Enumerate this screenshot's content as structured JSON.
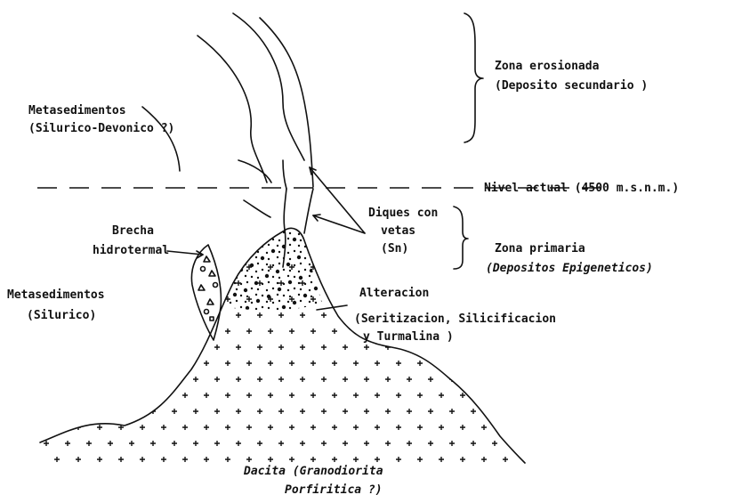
{
  "labels": {
    "zona_erosionada": "Zona erosionada",
    "deposito_secundario": "(Deposito secundario )",
    "metasedimentos_top": "Metasedimentos",
    "siluro_devonico": "(Silurico-Devonico ?)",
    "nivel_actual": "Nivel actual (4500 m.s.n.m.)",
    "brecha": "Brecha",
    "hidrotermal": "hidrotermal",
    "diques_con": "Diques con",
    "vetas": "vetas",
    "sn": "(Sn)",
    "zona_primaria": "Zona primaria",
    "depositos_epigeneticos": "(Depositos Epigeneticos)",
    "metasedimentos_bottom": "Metasedimentos",
    "silurico": "(Silurico)",
    "alteracion": "Alteracion",
    "sericitizacion": "(Seritizacion, Silicificacion",
    "turmalina": "y Turmalina )",
    "dacita": "Dacita (Granodiorita",
    "porfiritica": "Porfiritica ?)"
  }
}
